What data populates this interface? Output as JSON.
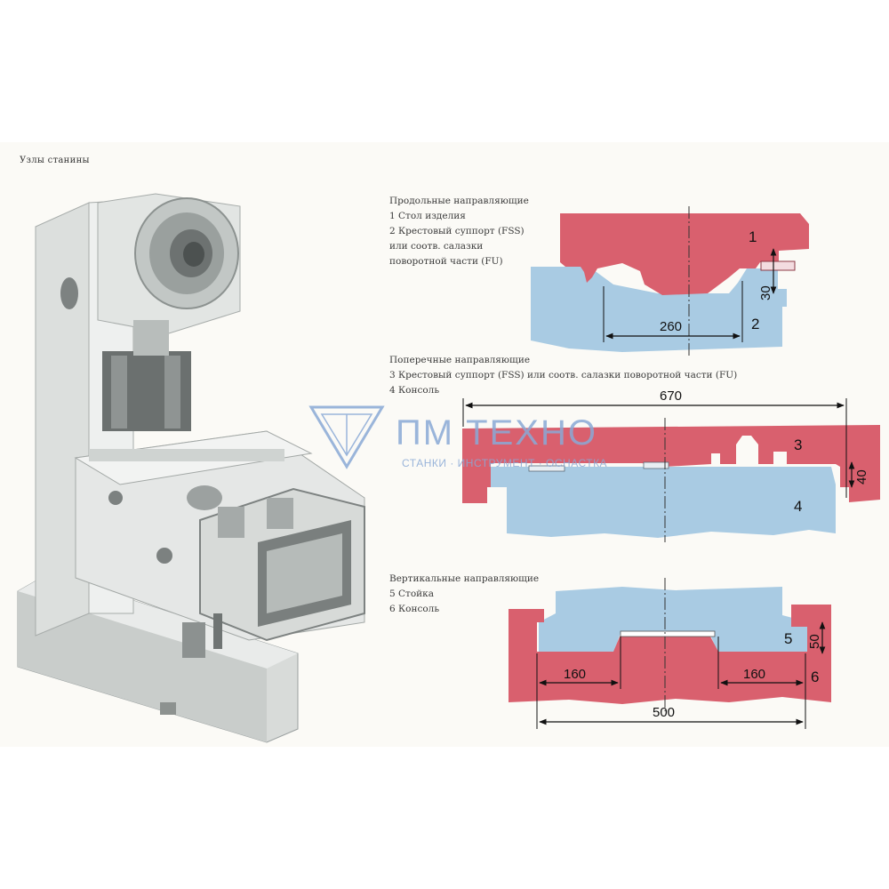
{
  "page": {
    "title": "Узлы станины"
  },
  "sections": [
    {
      "id": "longitudinal",
      "lines": [
        "Продольные направляющие",
        "1 Стол изделия",
        "2 Крестовый суппорт (FSS)",
        "или соотв. салазки",
        "поворотной части (FU)"
      ],
      "part_numbers": [
        "1",
        "2"
      ],
      "dimensions": [
        "260",
        "30"
      ]
    },
    {
      "id": "transverse",
      "lines": [
        "Поперечные направляющие",
        "3 Крестовый суппорт (FSS) или соотв. салазки поворотной части (FU)",
        "4 Консоль"
      ],
      "part_numbers": [
        "3",
        "4"
      ],
      "dimensions": [
        "670",
        "40"
      ]
    },
    {
      "id": "vertical",
      "lines": [
        "Вертикальные направляющие",
        "5 Стойка",
        "6 Консоль"
      ],
      "part_numbers": [
        "5",
        "6"
      ],
      "dimensions": [
        "160",
        "160",
        "500",
        "50"
      ]
    }
  ],
  "watermark": {
    "title": "ПМ ТЕХНО",
    "subtitle": "СТАНКИ · ИНСТРУМЕНТ · ОСНАСТКА"
  },
  "colors": {
    "red_part": "#d9606e",
    "blue_part": "#a9cbe3",
    "machine_body": "#d9dcda",
    "watermark": "#8aa9d6"
  }
}
